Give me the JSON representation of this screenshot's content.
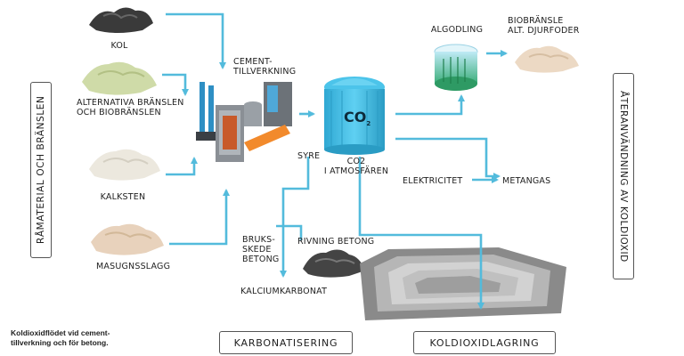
{
  "colors": {
    "arrow": "#53bbdc",
    "silo": "#4cc4ea",
    "silo_dark": "#2a9cc4",
    "pit": "#8a8a8a"
  },
  "labels": {
    "kol": "KOL",
    "cement": "CEMENT-\nTILLVERKNING",
    "alt_fuel": "ALTERNATIVA BRÄNSLEN\nOCH BIOBRÄNSLEN",
    "kalksten": "KALKSTEN",
    "masugnsslagg": "MASUGNSSLAGG",
    "syre": "SYRE",
    "co2_air": "CO2\nI ATMOSFÄREN",
    "algodling": "ALGODLING",
    "biobransle": "BIOBRÄNSLE\nALT. DJURFODER",
    "elektricitet": "ELEKTRICITET",
    "metangas": "METANGAS",
    "bruksskede": "BRUKS-\nSKEDE\nBETONG",
    "rivning": "RIVNING BETONG",
    "kalciumkarbonat": "KALCIUMKARBONAT",
    "silo_co2": "CO",
    "silo_co2_sub": "2"
  },
  "sections": {
    "left": "RÅMATERIAL OCH BRÄNSLEN",
    "right": "ÅTERANVÄNDNING AV KOLDIOXID",
    "bottom_left": "KARBONATISERING",
    "bottom_right": "KOLDIOXIDLAGRING"
  },
  "caption": "Koldioxidflödet vid cement-\ntillverkning och för betong."
}
